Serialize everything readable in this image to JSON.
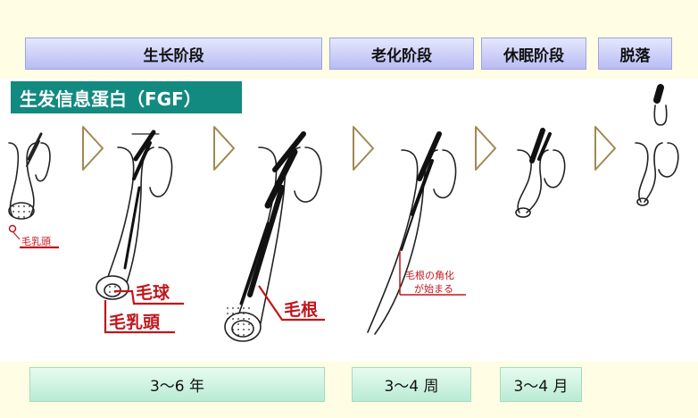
{
  "phases": {
    "anagen": "生长阶段",
    "catagen": "老化阶段",
    "telogen": "休眠阶段",
    "exogen": "脱落"
  },
  "title": "生发信息蛋白（FGF）",
  "labels": {
    "papilla_small": "毛乳頭",
    "bulb": "毛球",
    "papilla": "毛乳頭",
    "root": "毛根",
    "root_note_line1": "毛根の角化",
    "root_note_line2": "が始まる"
  },
  "durations": {
    "anagen": "3～6 年",
    "catagen": "3～4 周",
    "telogen": "3～4 月"
  },
  "colors": {
    "phase_bar": "#c6c9f5",
    "title_bar": "#128a7f",
    "duration_bar": "#c9f2de",
    "label_red": "#c0161c",
    "arrow": "#a08850"
  }
}
